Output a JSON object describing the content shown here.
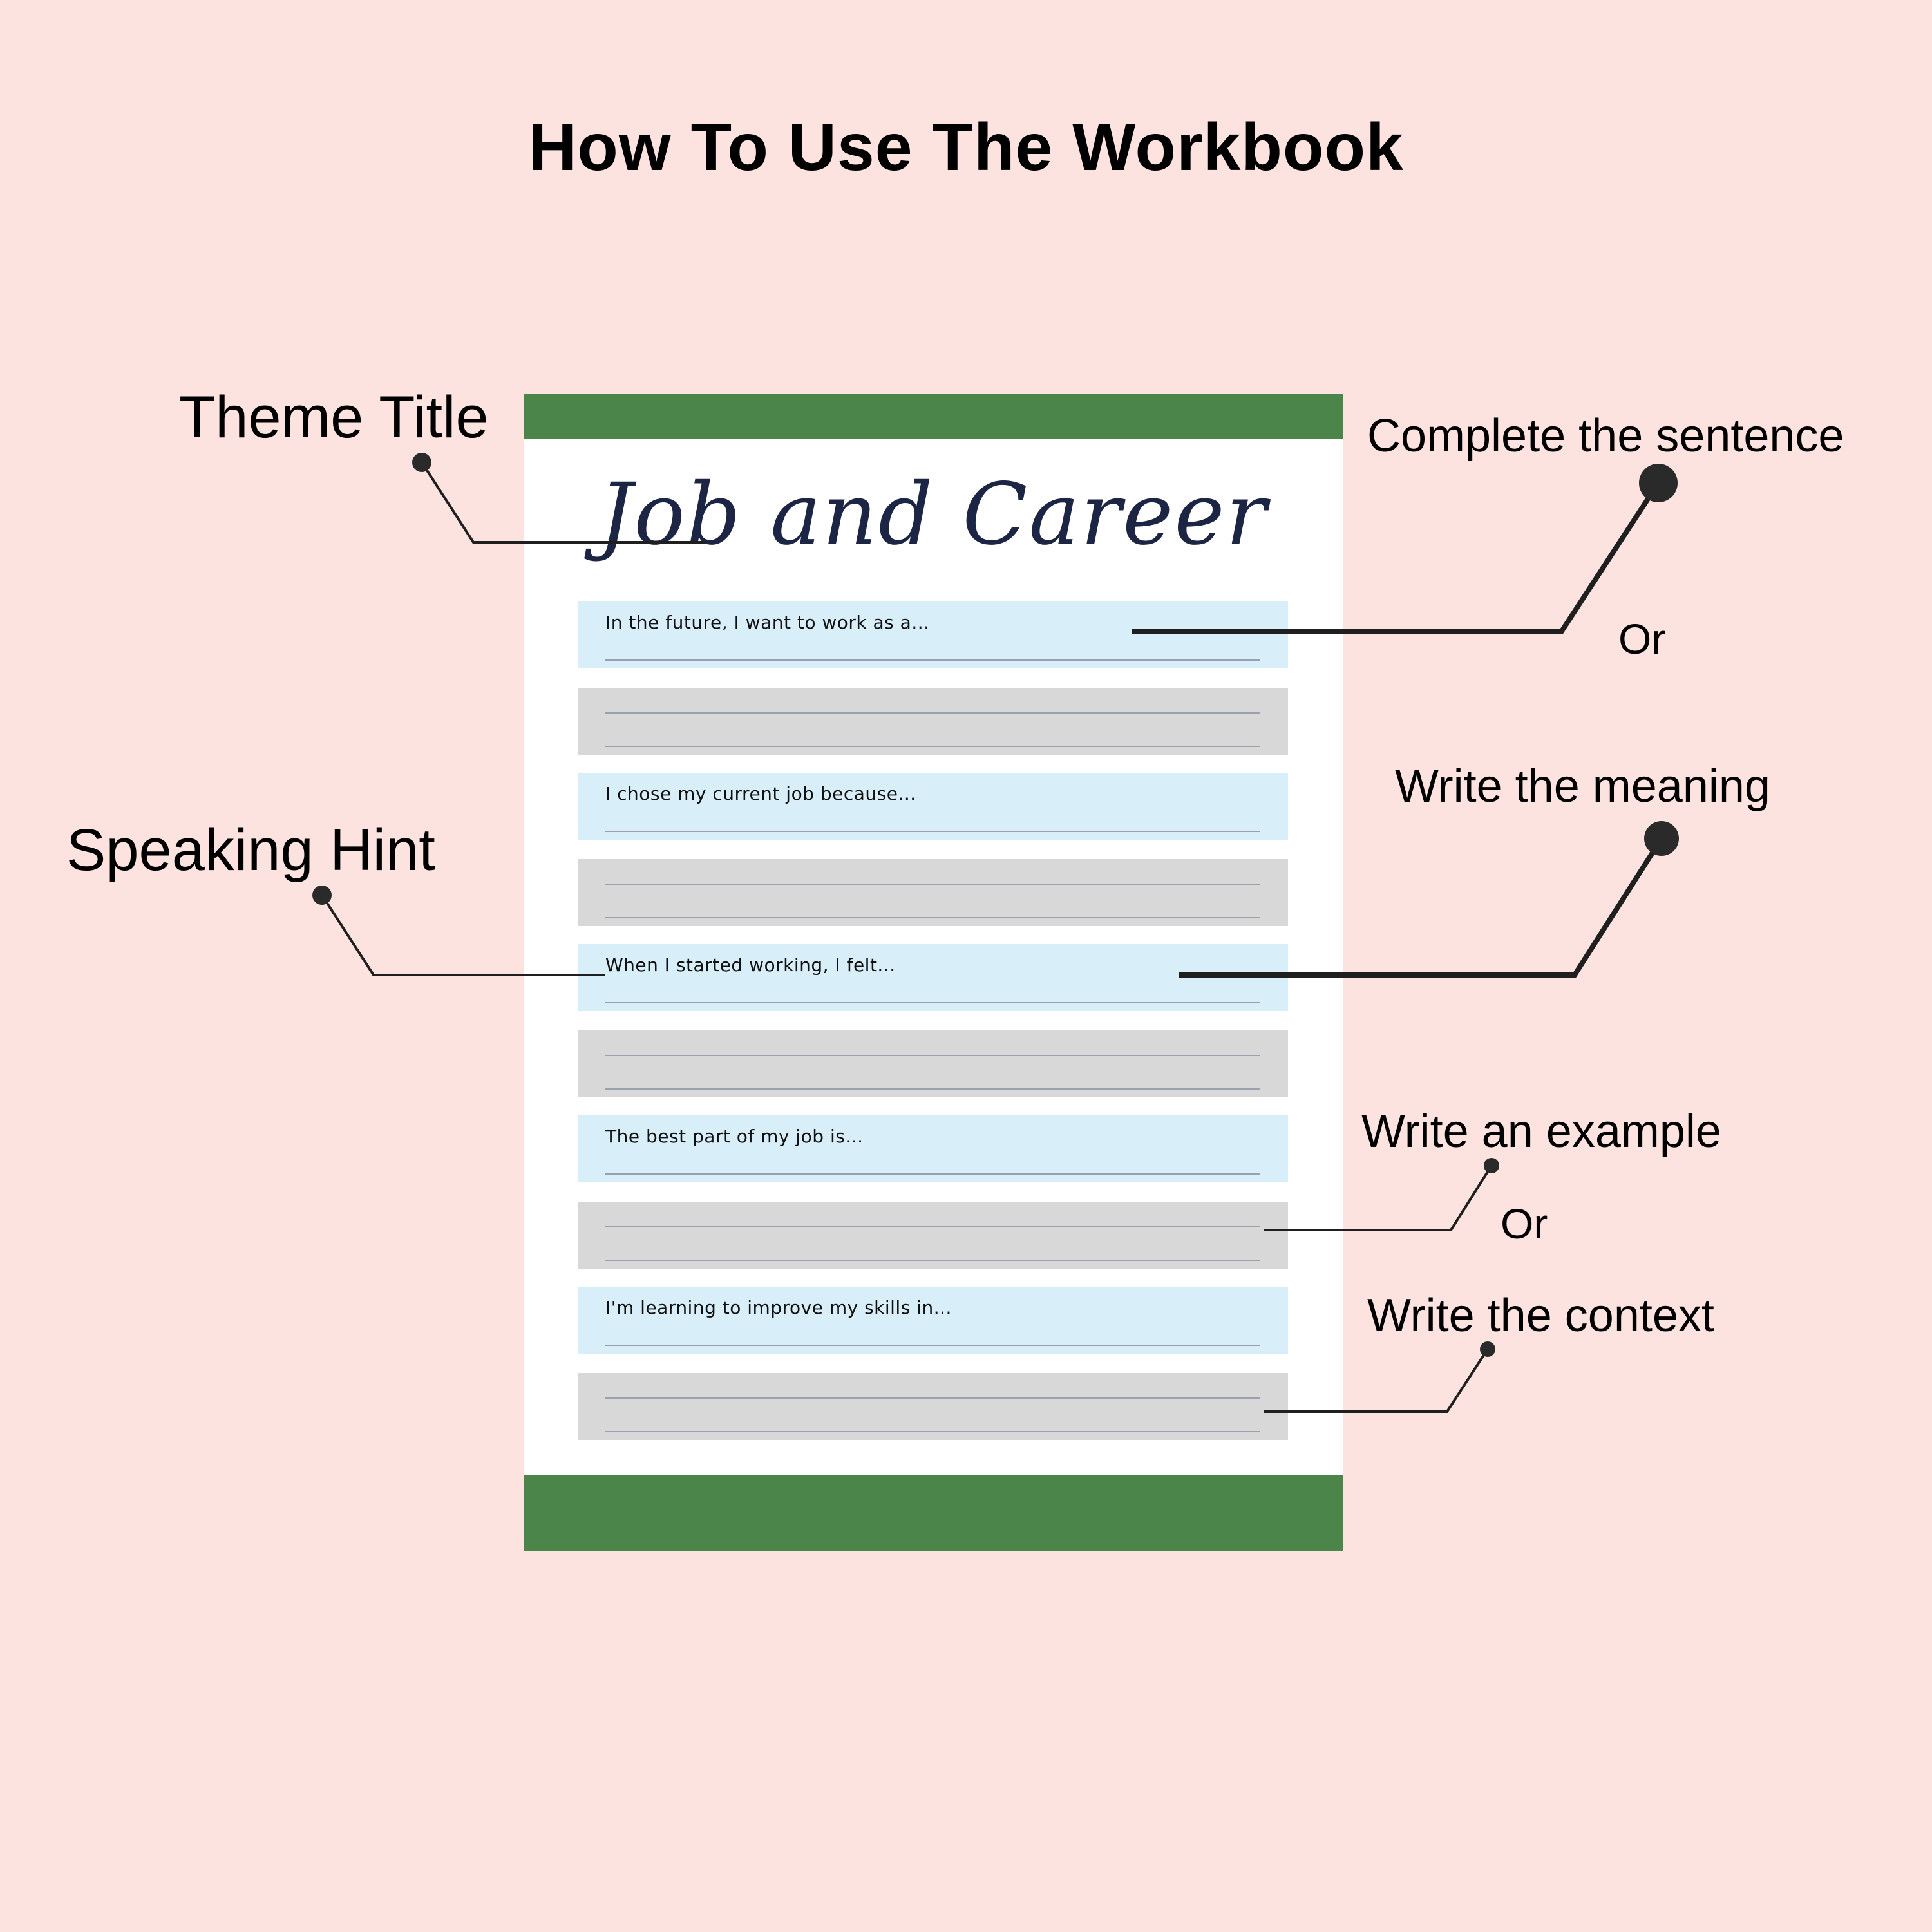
{
  "heading": "How To Use The Workbook",
  "worksheet": {
    "title": "Job and Career",
    "prompts": [
      "In the future, I want to work as a...",
      "I chose my current job because...",
      "When I started working, I felt...",
      "The best part of my job is...",
      "I'm learning to improve my skills in..."
    ],
    "colors": {
      "band": "#4b854a",
      "prompt_row": "#d8eef8",
      "answer_row": "#d8d8d8",
      "background": "#fde3e0"
    }
  },
  "annotations": {
    "theme_title": "Theme Title",
    "speaking_hint": "Speaking Hint",
    "complete_sentence": "Complete the sentence",
    "or_1": "Or",
    "write_meaning": "Write the meaning",
    "write_example": "Write an example",
    "or_2": "Or",
    "write_context": "Write the context"
  }
}
